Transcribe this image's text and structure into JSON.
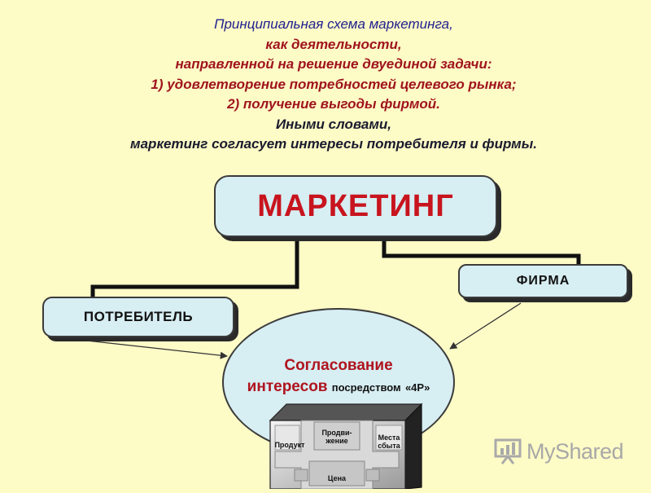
{
  "title": {
    "line1": "Принципиальная схема маркетинга,",
    "line2": "как деятельности,",
    "line3": "направленной на решение двуединой задачи:",
    "line4": "1) удовлетворение потребностей целевого рынка;",
    "line5": "2) получение выгоды фирмой.",
    "line6": "Иными словами,",
    "line7": "маркетинг согласует интересы потребителя и фирмы."
  },
  "nodes": {
    "marketing": "МАРКЕТИНГ",
    "firma": "ФИРМА",
    "consumer": "ПОТРЕБИТЕЛЬ",
    "agreement_line1": "Согласование",
    "agreement_line2": "интересов",
    "agreement_mid": "посредством",
    "agreement_4p": "«4P»"
  },
  "cube": {
    "product": "Продукт",
    "promotion": "Продви-\nжение",
    "place": "Места\nсбыта",
    "price": "Цена"
  },
  "watermark": {
    "text": "MyShared",
    "icon": "myshared-logo-icon"
  },
  "colors": {
    "background": "#fdfbc6",
    "box_fill": "#d7eef3",
    "accent_red": "#c8141e",
    "title_blue": "#1f1f8f"
  }
}
